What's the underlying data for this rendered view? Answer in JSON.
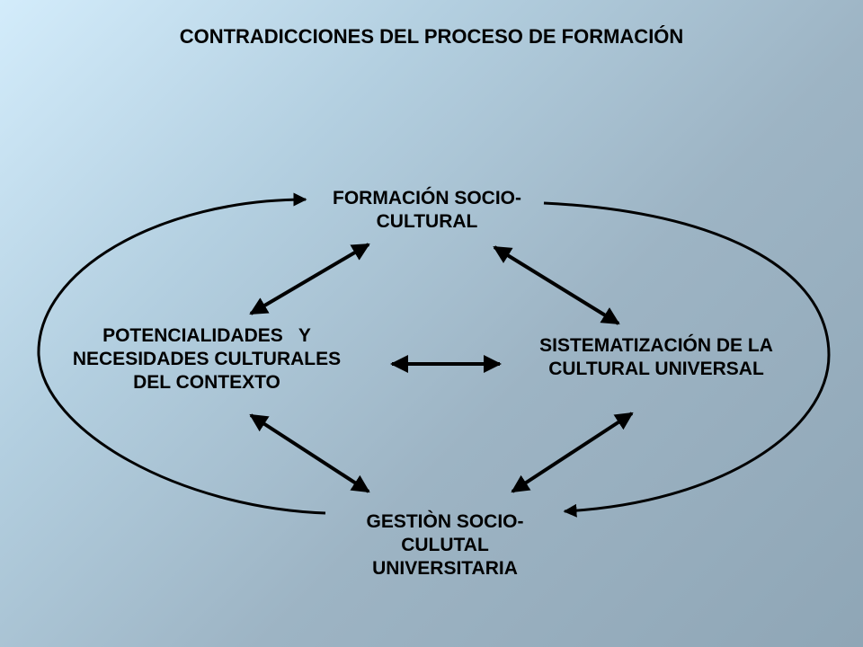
{
  "title": "CONTRADICCIONES DEL PROCESO DE FORMACIÓN",
  "nodes": {
    "top": [
      "FORMACIÓN SOCIO-",
      "CULTURAL"
    ],
    "left": [
      "POTENCIALIDADES   Y",
      "NECESIDADES CULTURALES",
      "DEL CONTEXTO"
    ],
    "right": [
      "SISTEMATIZACIÓN DE LA",
      "CULTURAL UNIVERSAL"
    ],
    "bottom": [
      "GESTIÒN SOCIO-",
      "CULUTAL",
      "UNIVERSITARIA"
    ]
  },
  "edges": [
    {
      "from": "top",
      "to": "left",
      "style": "double-arrow"
    },
    {
      "from": "top",
      "to": "right",
      "style": "double-arrow"
    },
    {
      "from": "left",
      "to": "right",
      "style": "double-arrow"
    },
    {
      "from": "left",
      "to": "bottom",
      "style": "double-arrow"
    },
    {
      "from": "right",
      "to": "bottom",
      "style": "double-arrow"
    },
    {
      "from": "bottom",
      "to": "top",
      "style": "curved-arrow-left"
    },
    {
      "from": "top",
      "to": "bottom",
      "style": "curved-arrow-right"
    }
  ],
  "colors": {
    "line": "#000000",
    "text": "#000000"
  }
}
